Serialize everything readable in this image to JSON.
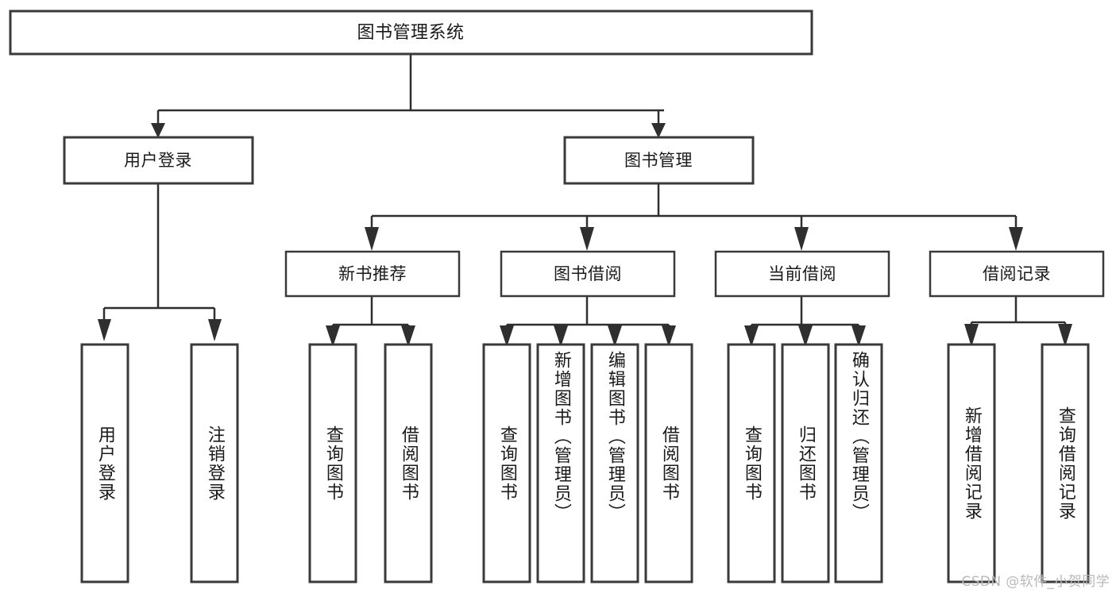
{
  "diagram": {
    "kind": "tree-hierarchy",
    "title_node": {
      "id": "root",
      "label": "图书管理系统"
    },
    "level2": [
      {
        "id": "login",
        "label": "用户登录"
      },
      {
        "id": "bookmgmt",
        "label": "图书管理"
      }
    ],
    "level3": [
      {
        "id": "newbook",
        "label": "新书推荐",
        "parent": "bookmgmt"
      },
      {
        "id": "borrow",
        "label": "图书借阅",
        "parent": "bookmgmt"
      },
      {
        "id": "current",
        "label": "当前借阅",
        "parent": "bookmgmt"
      },
      {
        "id": "record",
        "label": "借阅记录",
        "parent": "bookmgmt"
      }
    ],
    "leaves": [
      {
        "id": "leaf-user-login",
        "label": "用户登录",
        "parent": "login"
      },
      {
        "id": "leaf-user-logout",
        "label": "注销登录",
        "parent": "login"
      },
      {
        "id": "leaf-query-book-1",
        "label": "查询图书",
        "parent": "newbook"
      },
      {
        "id": "leaf-borrow-book-1",
        "label": "借阅图书",
        "parent": "newbook"
      },
      {
        "id": "leaf-query-book-2",
        "label": "查询图书",
        "parent": "borrow"
      },
      {
        "id": "leaf-add-book",
        "label": "新增图书（管理员）",
        "parent": "borrow"
      },
      {
        "id": "leaf-edit-book",
        "label": "编辑图书（管理员）",
        "parent": "borrow"
      },
      {
        "id": "leaf-borrow-book-2",
        "label": "借阅图书",
        "parent": "borrow"
      },
      {
        "id": "leaf-query-book-3",
        "label": "查询图书",
        "parent": "current"
      },
      {
        "id": "leaf-return-book",
        "label": "归还图书",
        "parent": "current"
      },
      {
        "id": "leaf-confirm-return",
        "label": "确认归还（管理员）",
        "parent": "current"
      },
      {
        "id": "leaf-add-record",
        "label": "新增借阅记录",
        "parent": "record"
      },
      {
        "id": "leaf-query-record",
        "label": "查询借阅记录",
        "parent": "record"
      }
    ]
  },
  "watermark": {
    "text": "CSDN @软件_小贺同学"
  },
  "colors": {
    "box_stroke": "#3a3a3a",
    "connector": "#2f2f2f",
    "text": "#1a1a1a",
    "background": "#ffffff",
    "watermark": "#b9b9b9"
  }
}
